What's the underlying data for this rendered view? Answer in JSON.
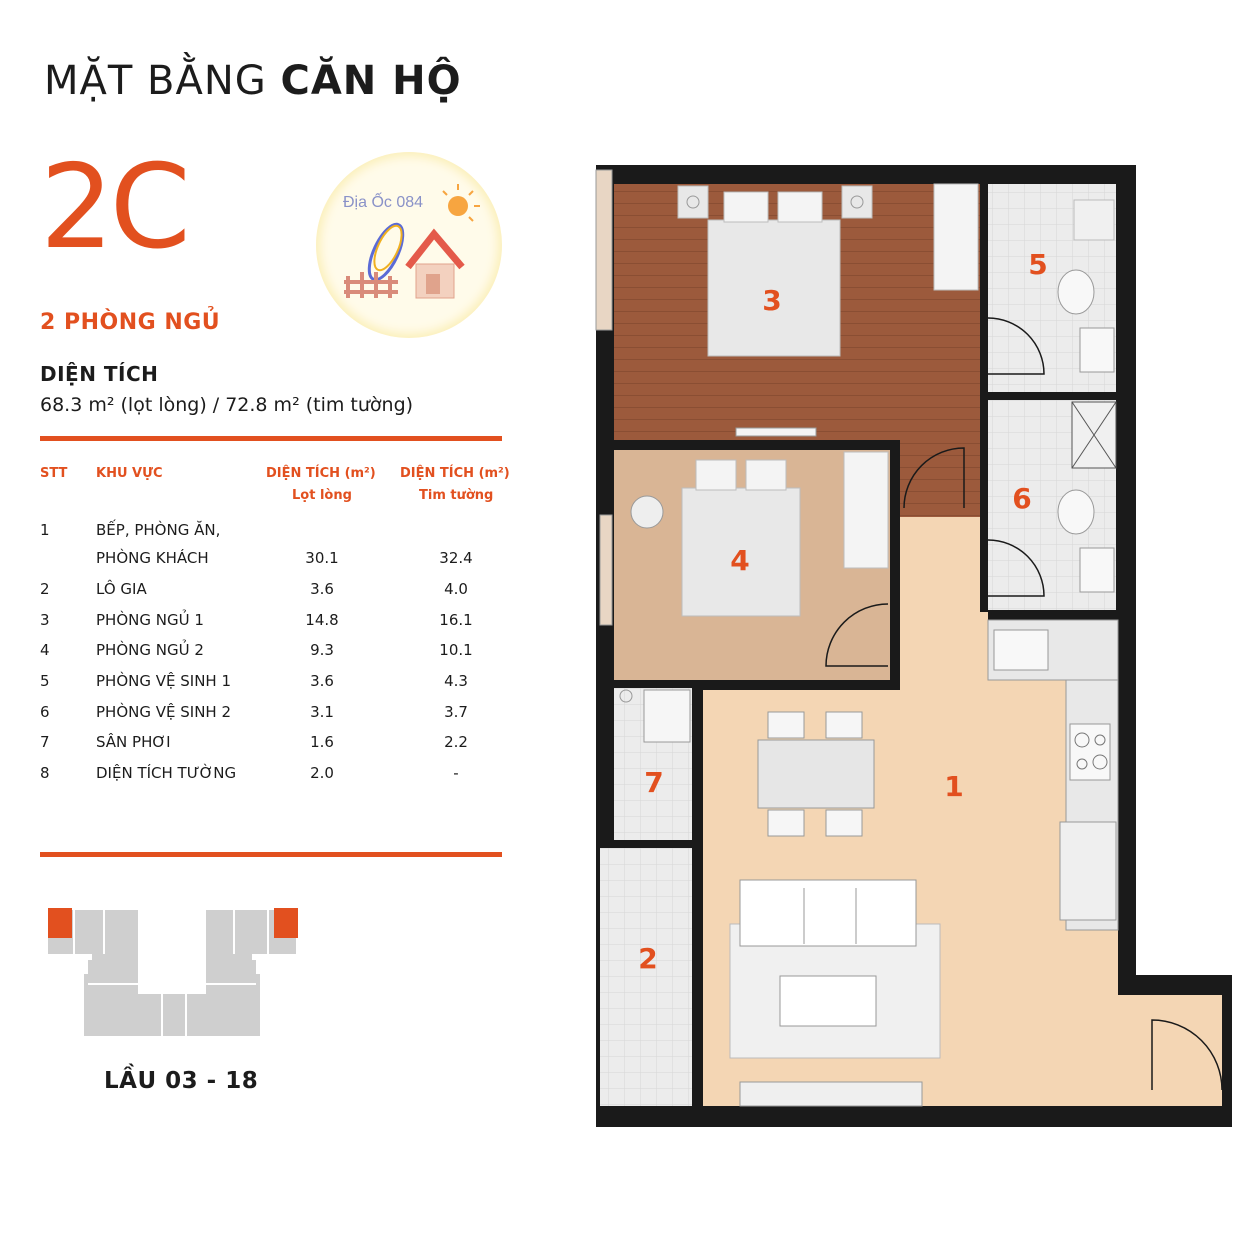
{
  "header": {
    "title_light": "MẶT BẰNG",
    "title_bold": "CĂN HỘ"
  },
  "unit": {
    "code": "2C",
    "bedrooms": "2 PHÒNG NGỦ",
    "area_label": "DIỆN TÍCH",
    "area_value": "68.3 m² (lọt lòng) / 72.8 m² (tim tường)"
  },
  "watermark": {
    "text": "Địa Ốc 084"
  },
  "table": {
    "headers": {
      "stt": "STT",
      "area": "KHU VỰC",
      "col1": "DIỆN TÍCH (m²)",
      "col1_sub": "Lọt lòng",
      "col2": "DIỆN TÍCH (m²)",
      "col2_sub": "Tim tường"
    },
    "rows": [
      {
        "stt": "1",
        "name_line1": "BẾP, PHÒNG ĂN,",
        "name": "PHÒNG KHÁCH",
        "inner": "30.1",
        "wall": "32.4"
      },
      {
        "stt": "2",
        "name": "LÔ GIA",
        "inner": "3.6",
        "wall": "4.0"
      },
      {
        "stt": "3",
        "name": "PHÒNG NGỦ 1",
        "inner": "14.8",
        "wall": "16.1"
      },
      {
        "stt": "4",
        "name": "PHÒNG NGỦ 2",
        "inner": "9.3",
        "wall": "10.1"
      },
      {
        "stt": "5",
        "name": "PHÒNG VỆ SINH 1",
        "inner": "3.6",
        "wall": "4.3"
      },
      {
        "stt": "6",
        "name": "PHÒNG VỆ SINH 2",
        "inner": "3.1",
        "wall": "3.7"
      },
      {
        "stt": "7",
        "name": "SÂN PHƠI",
        "inner": "1.6",
        "wall": "2.2"
      },
      {
        "stt": "8",
        "name": "DIỆN TÍCH TƯỜNG",
        "inner": "2.0",
        "wall": "-"
      }
    ]
  },
  "floor_label": "LẦU 03 - 18",
  "plan_labels": {
    "room1": "1",
    "room2": "2",
    "room3": "3",
    "room4": "4",
    "room5": "5",
    "room6": "6",
    "room7": "7"
  },
  "colors": {
    "accent": "#e2501f",
    "wall": "#1a1a1a",
    "living": "#f4d6b4",
    "bedroom1_floor": "#9c5a3c",
    "bedroom2_floor": "#d9b595",
    "tile": "#e6e6e6",
    "furniture": "#e8e8e8"
  }
}
